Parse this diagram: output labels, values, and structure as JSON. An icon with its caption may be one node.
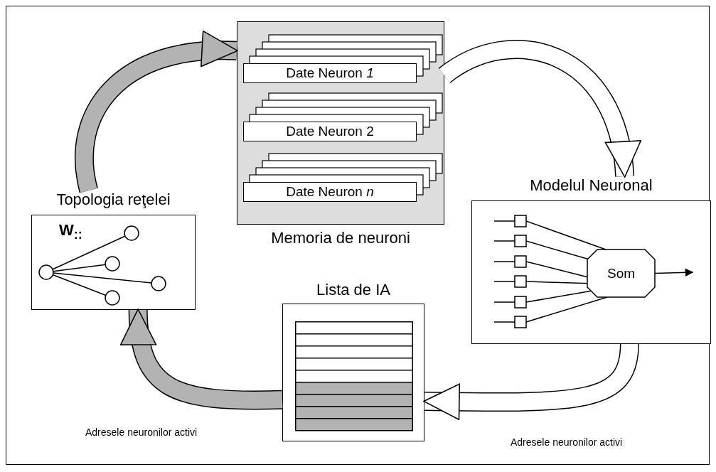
{
  "diagram": {
    "nodes": [
      {
        "text": [
          "Memoria de neuroni"
        ]
      },
      {
        "text": [
          "Date Neuron *1*"
        ],
        "in": 0
      },
      {
        "text": [
          "Date Neuron 2"
        ],
        "in": 0
      },
      {
        "text": [
          "Date Neuron *n*"
        ],
        "in": 0
      },
      {
        "text": [
          "Modelul Neuronal"
        ]
      },
      {
        "text": [
          "Som"
        ],
        "in": 4
      },
      {
        "text": [
          "Lista de IA"
        ]
      },
      {
        "text": [
          "Topologia reţelei",
          "W$_{::}$"
        ]
      }
    ],
    "edges": [
      {
        "from": 7,
        "to": 0,
        "arrow": "to",
        "color": "#b3b3b3"
      },
      {
        "from": 0,
        "to": 4,
        "arrow": "to",
        "color": "#ffffff"
      },
      {
        "from": 4,
        "to": 6,
        "arrow": "to",
        "color": "#ffffff",
        "label": "Adresele neuronilor activi"
      },
      {
        "from": 6,
        "to": 7,
        "arrow": "to",
        "color": "#b3b3b3",
        "label": "Adresele neuronilor activi"
      },
      {
        "from": 5,
        "to": null,
        "arrow": "to",
        "color": "#000000"
      }
    ]
  }
}
